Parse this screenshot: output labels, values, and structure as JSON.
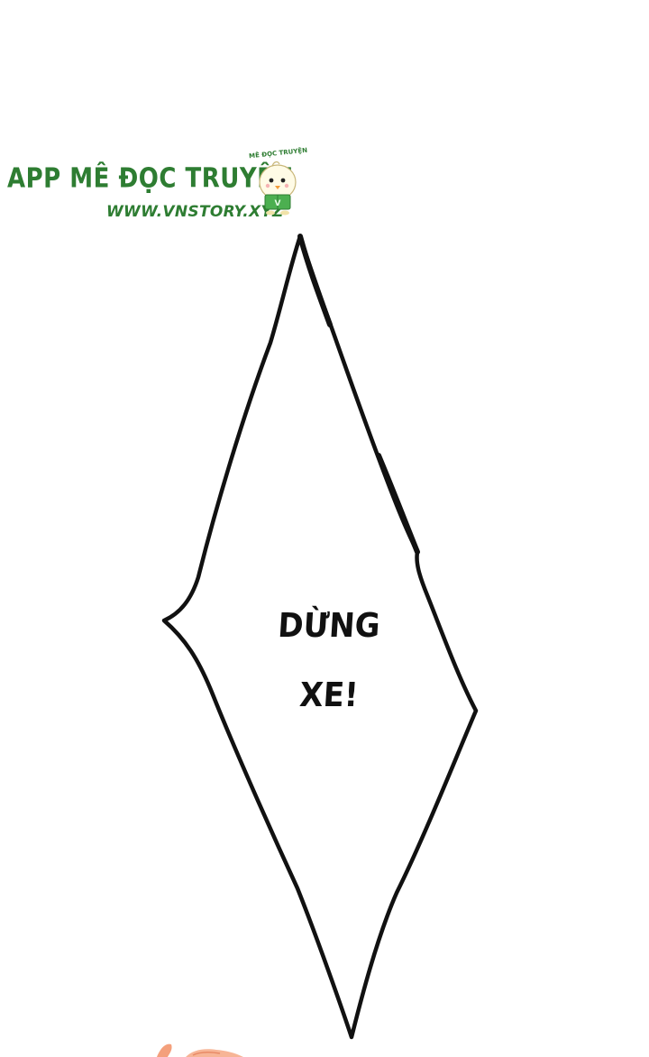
{
  "watermark": {
    "title": "APP MÊ ĐỌC TRUYỆN",
    "url": "WWW.VNSTORY.XYZ",
    "mascot_label": "MÊ ĐỌC TRUYỆN",
    "color": "#2e7d32",
    "icon": "chick-mascot-icon"
  },
  "speech_bubble": {
    "line_1": "DỪNG",
    "line_2": "XE!",
    "outline_color": "#111111",
    "fill_color": "#ffffff"
  },
  "partial_figure": {
    "icon": "hand-fragment-icon",
    "color": "#f4a07c"
  }
}
